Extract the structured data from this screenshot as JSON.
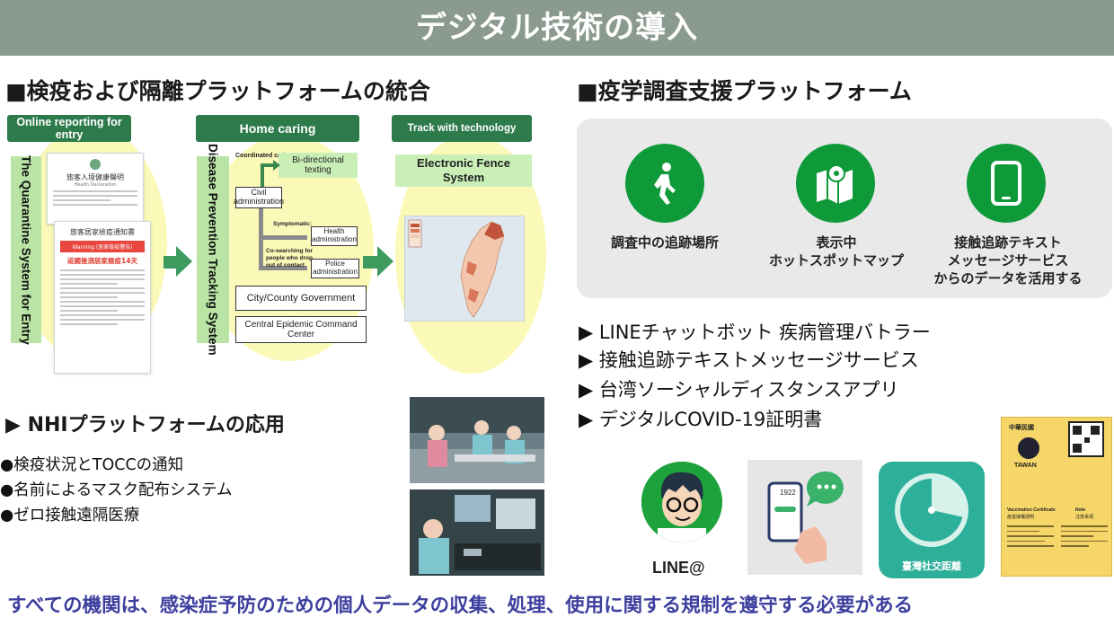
{
  "banner": {
    "title": "デジタル技術の導入"
  },
  "left": {
    "heading": "■検疫および隔離プラットフォームの統合",
    "col1": {
      "pill": "Online reporting for entry",
      "vertical": "The Quarantine System for Entry",
      "doc_back_title": "旅客入境健康聲明",
      "doc_back_sub": "Health Declaration",
      "doc_front_title": "旅客居家檢疫通知書",
      "doc_front_warning": "Warning (居家檢疫警告)",
      "doc_front_red": "返國後須居家檢疫14天"
    },
    "col2": {
      "pill": "Home caring",
      "vertical": "Disease Prevention Tracking System",
      "coordinated": "Coordinated caring",
      "bi_directional": "Bi-directional texting",
      "civil": "Civil administration",
      "symptomatic": "Symptomatic:",
      "health_admin": "Health administration",
      "co_searching": "Co-searching for people who drop out of contact",
      "police_admin": "Police administration",
      "city_gov": "City/County Government",
      "cecc": "Central Epidemic Command Center"
    },
    "col3": {
      "pill": "Track with technology",
      "fence": "Electronic Fence System"
    },
    "nhi": {
      "heading": "▶ NHIプラットフォームの応用",
      "bullets": [
        "●検疫状況とTOCCの通知",
        "●名前によるマスク配布システム",
        "●ゼロ接触遠隔医療"
      ]
    }
  },
  "right": {
    "heading": "■疫学調査支援プラットフォーム",
    "icons": [
      {
        "icon": "walking-person-icon",
        "line1": "調査中の追跡場所",
        "line2": "",
        "line3": ""
      },
      {
        "icon": "map-pin-icon",
        "line1": "表示中",
        "line2": "ホットスポットマップ",
        "line3": ""
      },
      {
        "icon": "smartphone-icon",
        "line1": "接触追跡テキスト",
        "line2": "メッセージサービス",
        "line3": "からのデータを活用する"
      }
    ],
    "list": [
      "▶ LINEチャットボット 疾病管理バトラー",
      "▶ 接触追跡テキストメッセージサービス",
      "▶ 台湾ソーシャルディスタンスアプリ",
      "▶ デジタルCOVID-19証明書"
    ],
    "line_label": "LINE@",
    "sms_number": "1922",
    "app_label": "臺灣社交距離",
    "cert": {
      "country": "中華民國",
      "taiwan": "TAWAN",
      "vc": "Vaccination Certificate",
      "vc2": "疫苗接種證明",
      "note": "Note",
      "note2": "注意事項"
    }
  },
  "footer": "すべての機関は、感染症予防のための個人データの収集、処理、使用に関する規制を遵守する必要がある",
  "colors": {
    "banner": "#8a9a8e",
    "green": "#2d7a4b",
    "footer": "#3d3f9e",
    "icon": "#0f9a3a"
  }
}
